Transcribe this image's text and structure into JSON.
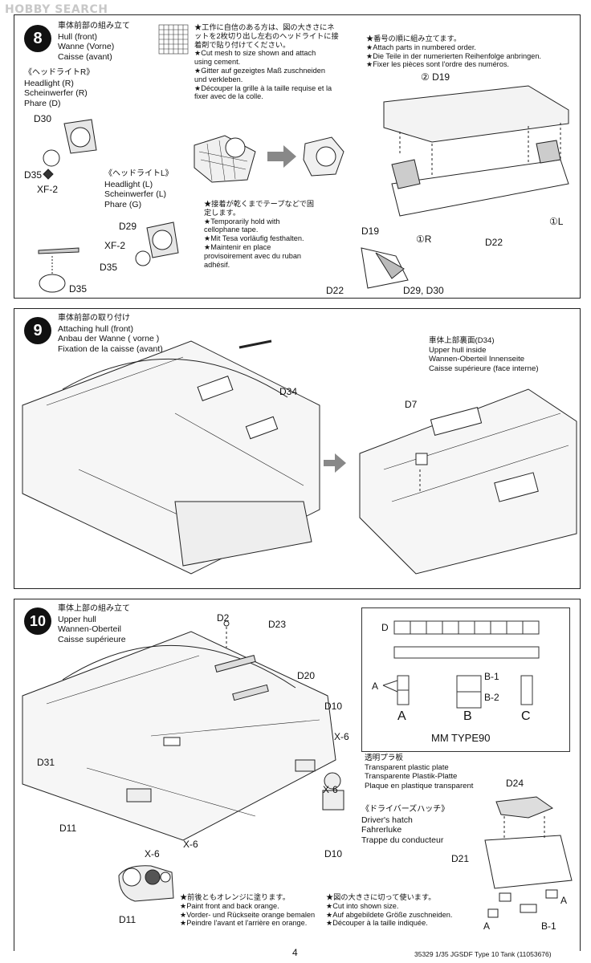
{
  "watermark": "HOBBY SEARCH",
  "step8": {
    "number": "8",
    "title": [
      "車体前部の組み立て",
      "Hull (front)",
      "Wanne (Vorne)",
      "Caisse (avant)"
    ],
    "headlight_r": [
      "《ヘッドライトR》",
      "Headlight (R)",
      "Scheinwerfer (R)",
      "Phare (D)"
    ],
    "headlight_l": [
      "《ヘッドライトL》",
      "Headlight (L)",
      "Scheinwerfer (L)",
      "Phare (G)"
    ],
    "mesh_note": [
      "★工作に自信のある方は、図の大きさにネ",
      "ットを2枚切り出し左右のヘッドライトに接",
      "着剤で貼り付けてください。",
      "★Cut mesh to size shown and attach",
      "using cement.",
      "★Gitter auf gezeigtes Maß zuschneiden",
      "und verkleben.",
      "★Découper la grille à la taille requise et la",
      "fixer avec de la colle."
    ],
    "tape_note": [
      "★接着が乾くまでテープなどで固",
      "定します。",
      "★Temporarily hold with",
      "cellophane tape.",
      "★Mit Tesa vorläufig festhalten.",
      "★Maintenir en place",
      "provisoirement avec du ruban",
      "adhésif."
    ],
    "order_note": [
      "★番号の順に組み立てます。",
      "★Attach parts in numbered order.",
      "★Die Teile in der numerierten Reihenfolge anbringen.",
      "★Fixer les pièces sont l'ordre des numéros."
    ],
    "labels": {
      "d30": "D30",
      "d35a": "D35",
      "xf2a": "XF-2",
      "d29": "D29",
      "xf2b": "XF-2",
      "d35b": "D35",
      "d35c": "D35",
      "d19": "② D19",
      "d22": "D22",
      "r": "①R",
      "l": "①L",
      "d19b": "D19",
      "d22b": "D22",
      "d29d30": "D29, D30"
    }
  },
  "step9": {
    "number": "9",
    "title": [
      "車体前部の取り付け",
      "Attaching hull (front)",
      "Anbau der Wanne ( vorne )",
      "Fixation de la caisse (avant)"
    ],
    "inside_note": [
      "車体上部裏面(D34)",
      "Upper hull inside",
      "Wannen-Oberteil Innenseite",
      "Caisse supérieure (face interne)"
    ],
    "labels": {
      "d34": "D34",
      "d7": "D7"
    }
  },
  "step10": {
    "number": "10",
    "title": [
      "車体上部の組み立て",
      "Upper hull",
      "Wannen-Oberteil",
      "Caisse supérieure"
    ],
    "plate_note": [
      "透明プラ板",
      "Transparent plastic plate",
      "Transparente Plastik-Platte",
      "Plaque en plastique transparent"
    ],
    "hatch_note": [
      "《ドライバーズハッチ》",
      "Driver's hatch",
      "Fahrerluke",
      "Trappe du conducteur"
    ],
    "paint_note": [
      "★前後ともオレンジに塗ります。",
      "★Paint front and back orange.",
      "★Vorder- und Rückseite orange bemalen",
      "★Peindre l'avant et l'arrière en orange."
    ],
    "cut_note": [
      "★図の大きさに切って使います。",
      "★Cut into shown size.",
      "★Auf abgebildete Größe zuschneiden.",
      "★Découper à la taille indiquée."
    ],
    "mm_type": "MM TYPE90",
    "mm_labels": {
      "d": "D",
      "a": "A",
      "b1": "B-1",
      "b2": "B-2",
      "A": "A",
      "B": "B",
      "C": "C"
    },
    "labels": {
      "d2": "D2",
      "d23": "D23",
      "d20": "D20",
      "d10": "D10",
      "x6a": "X-6",
      "d31": "D31",
      "x6b": "X-6",
      "d11": "D11",
      "x6c": "X-6",
      "d10b": "D10",
      "x6d": "X-6",
      "d11b": "D11",
      "d24": "D24",
      "d21": "D21",
      "a1": "A",
      "a2": "A",
      "b1": "B-1"
    }
  },
  "footer": {
    "page": "4",
    "info": "35329  1/35 JGSDF Type 10 Tank (11053676)"
  }
}
